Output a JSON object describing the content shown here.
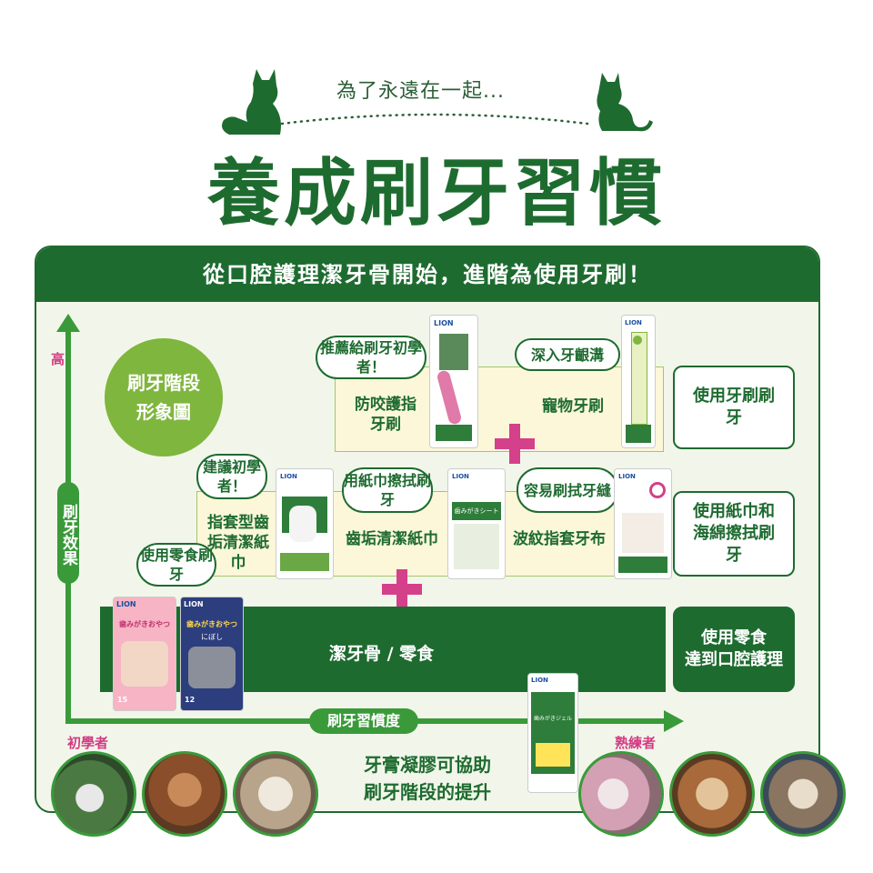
{
  "header": {
    "tagline": "為了永遠在一起...",
    "title": "養成刷牙習慣"
  },
  "panel": {
    "heading": "從口腔護理潔牙骨開始，進階為使用牙刷！"
  },
  "axes": {
    "y_high": "高",
    "y_label": "刷牙效果",
    "x_label": "刷牙習慣度",
    "x_start": "初學者",
    "x_end": "熟練者"
  },
  "stage": {
    "line1": "刷牙階段",
    "line2": "形象圖"
  },
  "level3": {
    "bubble1": "推薦給刷牙初學者！",
    "bubble2": "深入牙齦溝",
    "item1": "防咬護指牙刷",
    "item2": "寵物牙刷",
    "right": "使用牙刷刷牙"
  },
  "level2": {
    "bubble1": "建議初學者！",
    "bubble2": "用紙巾擦拭刷牙",
    "bubble3": "容易刷拭牙縫",
    "bubble4": "使用零食刷牙",
    "item1": "指套型齒垢清潔紙巾",
    "item2": "齒垢清潔紙巾",
    "item3": "波紋指套牙布",
    "right": "使用紙巾和海綿擦拭刷牙"
  },
  "level1": {
    "item": "潔牙骨 / 零食",
    "right_line1": "使用零食",
    "right_line2": "達到口腔護理"
  },
  "products": {
    "brand": "LION",
    "snack1_name": "歯みがきおやつ",
    "snack1_count": "15",
    "snack2_name": "歯みがきおやつ",
    "snack2_sub": "にぼし",
    "snack2_count": "12",
    "wipe_name": "歯みがきシート",
    "gel_name": "歯みがきジェル"
  },
  "footer": {
    "gel_line1": "牙膏凝膠可協助",
    "gel_line2": "刷牙階段的提升"
  },
  "colors": {
    "green_dark": "#1e6b30",
    "green_light": "#7fb63e",
    "pink": "#d4408a",
    "cream": "#fbf7d8"
  }
}
